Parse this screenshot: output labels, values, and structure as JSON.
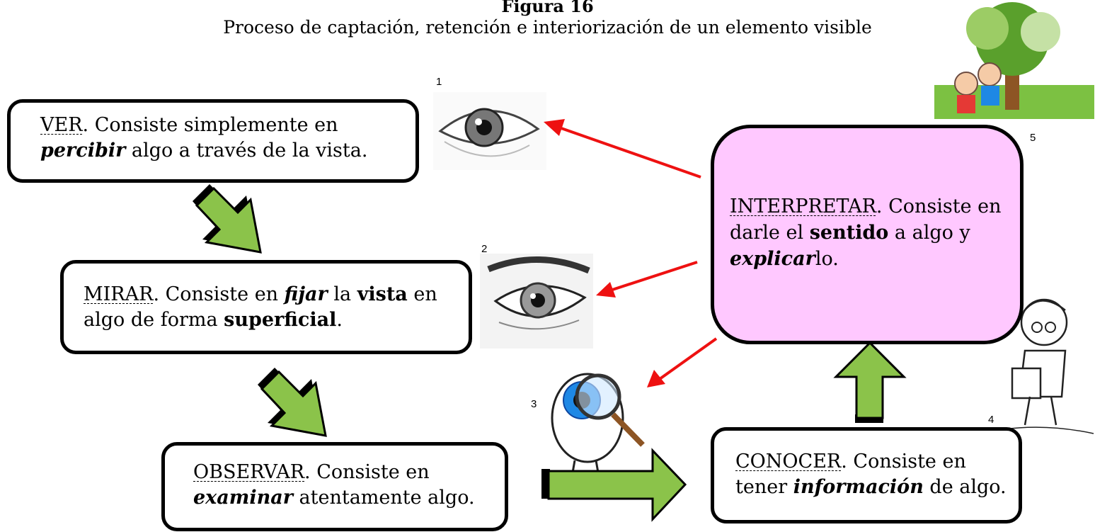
{
  "figure": {
    "label": "Figura 16",
    "title": "Proceso de captación, retención e interiorización de un elemento visible"
  },
  "steps": {
    "ver": {
      "keyword": "VER",
      "t1": ". Consiste simplemente en",
      "emph": "percibir",
      "t2": " algo a través de la vista."
    },
    "mirar": {
      "keyword": "MIRAR",
      "t1": ". Consiste en ",
      "emph1": "fijar",
      "t2": " la ",
      "bold1": "vista",
      "t3": " en algo de forma ",
      "bold2": "superficial",
      "t4": "."
    },
    "observar": {
      "keyword": "OBSERVAR",
      "t1": ". Consiste en",
      "emph": "examinar",
      "t2": " atentamente algo."
    },
    "conocer": {
      "keyword": "CONOCER",
      "t1": ". Consiste en",
      "t2": "tener ",
      "emph": "información",
      "t3": " de algo."
    },
    "interpretar": {
      "keyword": "INTERPRETAR",
      "t1": ". Consiste en darle el ",
      "bold": "sentido",
      "t2": " a algo y ",
      "emph": "explicar",
      "t3": "lo."
    }
  },
  "numbers": [
    "1",
    "2",
    "3",
    "4",
    "5"
  ],
  "colors": {
    "green_arrow": "#8BC34A",
    "red_arrow": "#EE1111",
    "interpret_fill": "#FFC8FF"
  },
  "icons": [
    "eye-icon",
    "eye-icon",
    "magnifier-eye-mascot-icon",
    "boy-reading-icon",
    "kids-tree-icon"
  ]
}
